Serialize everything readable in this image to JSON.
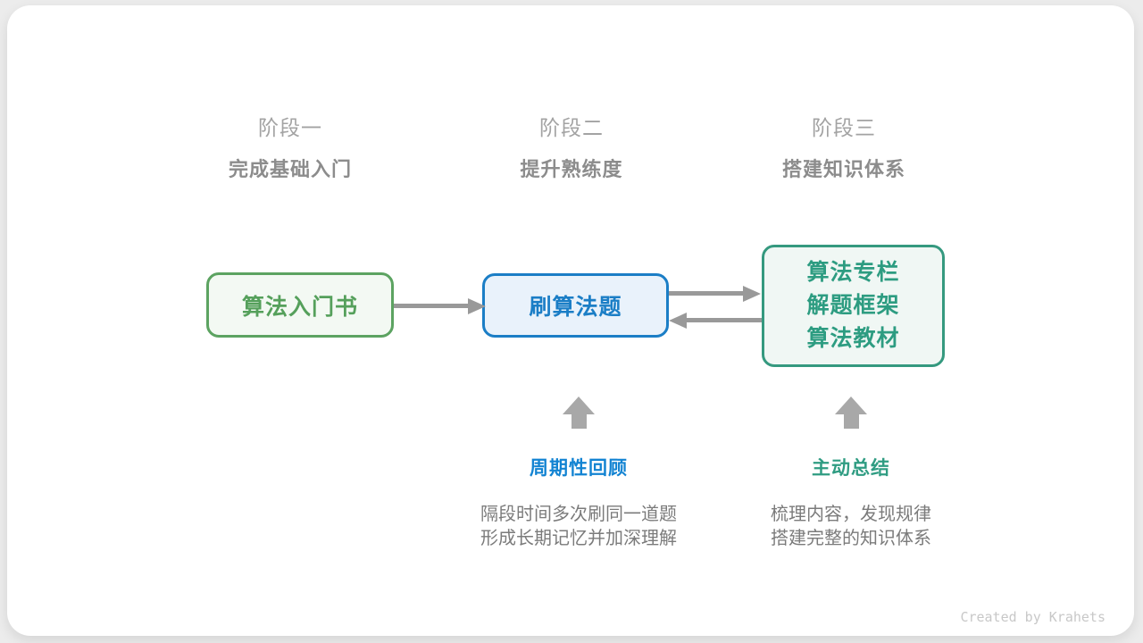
{
  "stages": [
    {
      "label": "阶段一",
      "subtitle": "完成基础入门"
    },
    {
      "label": "阶段二",
      "subtitle": "提升熟练度"
    },
    {
      "label": "阶段三",
      "subtitle": "搭建知识体系"
    }
  ],
  "nodes": {
    "node1": {
      "text": "算法入门书"
    },
    "node2": {
      "text": "刷算法题"
    },
    "node3": {
      "lines": [
        "算法专栏",
        "解题框架",
        "算法教材"
      ]
    }
  },
  "annotations": [
    {
      "title": "周期性回顾",
      "desc": [
        "隔段时间多次刷同一道题",
        "形成长期记忆并加深理解"
      ]
    },
    {
      "title": "主动总结",
      "desc": [
        "梳理内容，发现规律",
        "搭建完整的知识体系"
      ]
    }
  ],
  "footer": {
    "credit": "Created by Krahets"
  },
  "colors": {
    "page_bg": "#ececec",
    "card_bg": "#ffffff",
    "green_border": "#5ca361",
    "green_bg": "#f3f9f3",
    "green_text": "#55a05b",
    "blue_border": "#1b7ec6",
    "blue_bg": "#e9f2fb",
    "blue_text": "#1b7ec6",
    "teal_border": "#35997f",
    "teal_bg": "#f0f7f4",
    "teal_text": "#2d9c81",
    "arrow_gray": "#999999",
    "block_arrow_gray": "#a8a8a8",
    "stage_label_gray": "#a3a3a3",
    "stage_subtitle_gray": "#8c8c8c",
    "annotation_blue": "#1283d2",
    "annotation_teal": "#2f9c82",
    "desc_gray": "#7b7b7b",
    "footer_gray": "#c8c8c8"
  }
}
